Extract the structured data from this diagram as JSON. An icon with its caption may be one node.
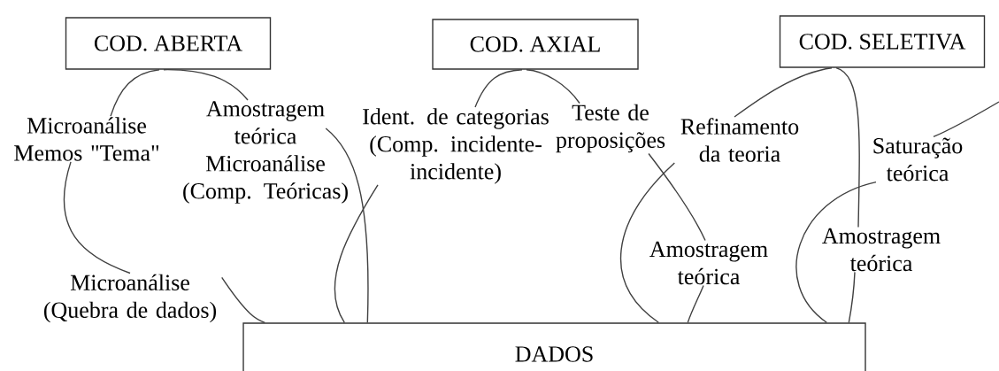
{
  "diagram": {
    "nodes": [
      {
        "text": [
          "COD. ABERTA"
        ]
      },
      {
        "text": [
          "Microanálise Memos \"Tema\""
        ]
      },
      {
        "text": [
          "Amostragem teórica Microanálise (Comp. Teóricas)"
        ]
      },
      {
        "text": [
          "Microanálise (Quebra de dados)"
        ]
      },
      {
        "text": [
          "COD. AXIAL"
        ]
      },
      {
        "text": [
          "Ident. de categorias (Comp. incidente- incidente)"
        ]
      },
      {
        "text": [
          "Teste de proposições"
        ]
      },
      {
        "text": [
          "COD. SELETIVA"
        ]
      },
      {
        "text": [
          "Refinamento da teoria"
        ]
      },
      {
        "text": [
          "Saturação teórica"
        ]
      },
      {
        "text": [
          "Amostragem teórica"
        ]
      },
      {
        "text": [
          "Amostragem teórica"
        ]
      },
      {
        "text": [
          "DADOS"
        ]
      }
    ],
    "edges": [
      {
        "from": 0,
        "to": 1,
        "arrow": "none"
      },
      {
        "from": 0,
        "to": 2,
        "arrow": "none"
      },
      {
        "from": 1,
        "to": 3,
        "arrow": "none"
      },
      {
        "from": 3,
        "to": 12,
        "arrow": "none"
      },
      {
        "from": 2,
        "to": 12,
        "arrow": "none"
      },
      {
        "from": 5,
        "to": 12,
        "arrow": "none"
      },
      {
        "from": 4,
        "to": 5,
        "arrow": "none"
      },
      {
        "from": 4,
        "to": 6,
        "arrow": "none"
      },
      {
        "from": 6,
        "to": 10,
        "arrow": "none"
      },
      {
        "from": 8,
        "to": 12,
        "arrow": "none"
      },
      {
        "from": 10,
        "to": 12,
        "arrow": "none"
      },
      {
        "from": 7,
        "to": 8,
        "arrow": "none"
      },
      {
        "from": 7,
        "to": 11,
        "arrow": "none"
      },
      {
        "from": 9,
        "to": 12,
        "arrow": "none"
      },
      {
        "from": 11,
        "to": 12,
        "arrow": "none"
      },
      {
        "from": null,
        "to": 9,
        "arrow": "none"
      }
    ]
  }
}
